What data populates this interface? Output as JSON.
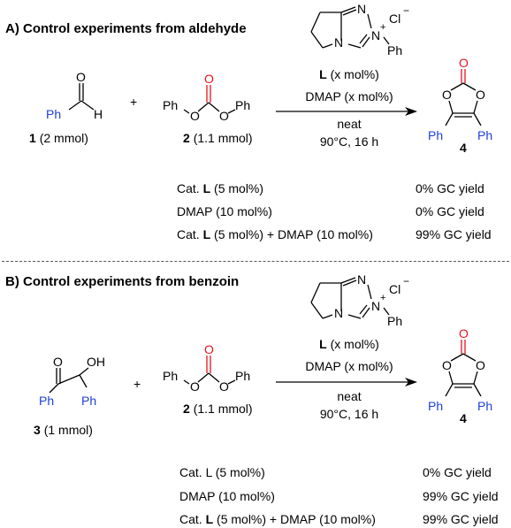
{
  "section_a": {
    "title": "A) Control experiments from aldehyde",
    "reactant1": {
      "number": "1",
      "amount": "(2 mmol)"
    },
    "reactant2": {
      "number": "2",
      "amount": "(1.1 mmol)"
    },
    "product": {
      "number": "4"
    },
    "catalyst_line": {
      "label": "L",
      "rest": "(x mol%)"
    },
    "conditions": [
      "DMAP (x mol%)",
      "neat",
      "90°C, 16 h"
    ],
    "rows": [
      {
        "cat_prefix": "Cat.",
        "cat_bold": "L",
        "cat_rest": "(5 mol%)",
        "yield": "0% GC yield"
      },
      {
        "cat_prefix": "DMAP (10 mol%)",
        "cat_bold": "",
        "cat_rest": "",
        "yield": "0% GC yield"
      },
      {
        "cat_prefix": "Cat.",
        "cat_bold": "L",
        "cat_rest": "(5 mol%) + DMAP (10 mol%)",
        "yield": "99% GC yield"
      }
    ]
  },
  "section_b": {
    "title": "B) Control experiments from benzoin",
    "reactant1": {
      "number": "3",
      "amount": "(1 mmol)"
    },
    "reactant2": {
      "number": "2",
      "amount": "(1.1 mmol)"
    },
    "product": {
      "number": "4"
    },
    "catalyst_line": {
      "label": "L",
      "rest": "(x mol%)"
    },
    "conditions": [
      "DMAP (x mol%)",
      "neat",
      "90°C, 16 h"
    ],
    "rows": [
      {
        "cat_prefix": "Cat. L (5 mol%)",
        "cat_bold": "",
        "cat_rest": "",
        "yield": "0% GC yield"
      },
      {
        "cat_prefix": "DMAP (10 mol%)",
        "cat_bold": "",
        "cat_rest": "",
        "yield": "99% GC yield"
      },
      {
        "cat_prefix": "Cat.",
        "cat_bold": "L",
        "cat_rest": "(5 mol%) + DMAP (10 mol%)",
        "yield": "99% GC yield"
      }
    ]
  },
  "atoms": {
    "ph": "Ph",
    "h": "H",
    "o": "O",
    "oh": "OH",
    "n": "N",
    "n_plus": "+",
    "cl": "Cl",
    "cl_minus": "−",
    "plus": "+"
  },
  "colors": {
    "oxygen_red": "#e8141c",
    "phenyl_blue": "#1f3fd8",
    "bond": "#000000"
  }
}
